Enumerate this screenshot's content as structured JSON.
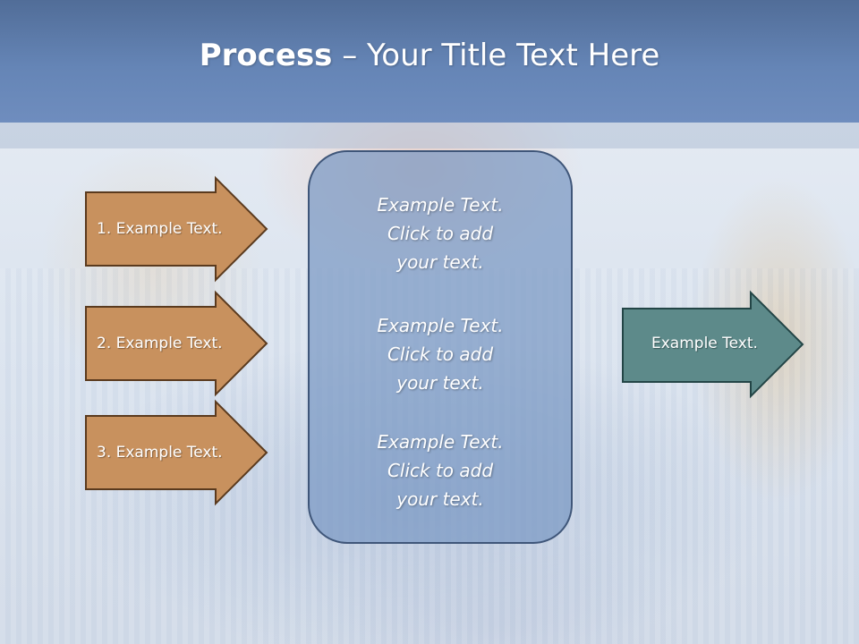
{
  "slide": {
    "title_bold": "Process",
    "title_rest": " – Your Title Text Here"
  },
  "left_arrows": [
    {
      "label": "1. Example Text."
    },
    {
      "label": "2. Example Text."
    },
    {
      "label": "3. Example Text."
    }
  ],
  "center_box": {
    "paragraphs": [
      "Example Text.\nClick  to add\nyour text.",
      "Example Text.\nClick  to add\nyour text.",
      "Example Text.\nClick  to add\nyour text."
    ]
  },
  "right_arrow": {
    "label": "Example Text."
  },
  "colors": {
    "header": "#6585b6",
    "left_arrow_fill": "#c8915e",
    "left_arrow_stroke": "#5a3a1e",
    "center_box_fill": "#7a98c4",
    "right_arrow_fill": "#5d8a8a",
    "right_arrow_stroke": "#234546"
  }
}
